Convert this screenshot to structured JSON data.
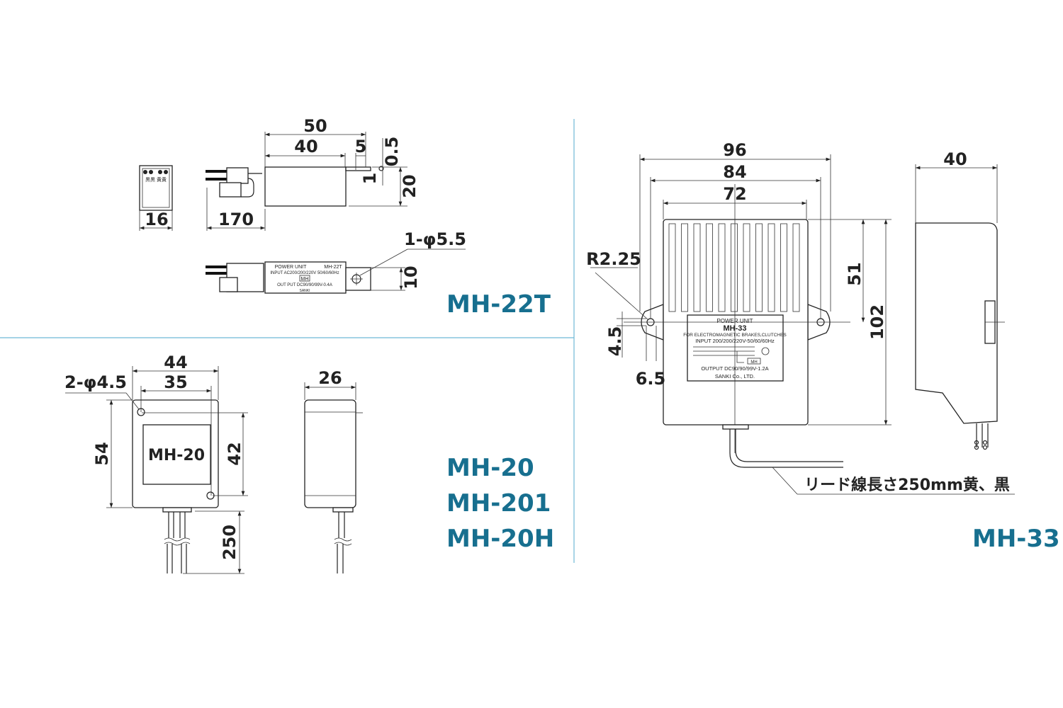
{
  "colors": {
    "model_label": "#176f8f",
    "divider": "#6fb9d6",
    "line": "#222222"
  },
  "mh22t": {
    "model": "MH-22T",
    "end_view_wires": "黒黒 黄黄",
    "dims": {
      "width_end": "16",
      "length_total": "50",
      "length_body": "40",
      "tab": "5",
      "tab_thickness": "0.5",
      "tab_offset": "1",
      "height": "20",
      "lead": "170",
      "hole": "1-φ5.5",
      "tab_width": "10"
    },
    "nameplate": {
      "line1": "POWER UNIT",
      "line1b": "MH-22T",
      "line2": "INPUT AC200/200/220V 50/60/60Hz",
      "line3": "MH",
      "line4": "OUT PUT DC90/90/99V-0.4A",
      "maker": "SANKI"
    }
  },
  "mh20": {
    "models": [
      "MH-20",
      "MH-201",
      "MH-20H"
    ],
    "panel_label": "MH-20",
    "dims": {
      "width": "44",
      "hole_pitch_x": "35",
      "holes": "2-φ4.5",
      "height": "54",
      "hole_pitch_y": "42",
      "lead": "250",
      "depth": "26"
    }
  },
  "mh33": {
    "model": "MH-33",
    "dims": {
      "width_total": "96",
      "hole_pitch": "84",
      "width_body": "72",
      "half_height": "51",
      "height": "102",
      "radius": "R2.25",
      "ear": "4.5",
      "ear_offset": "6.5",
      "depth": "40"
    },
    "lead_note": "リード線長さ250mm黄、黒",
    "nameplate": {
      "line1": "POWER    UNIT",
      "model": "MH-33",
      "line2": "FOR ELECTROMAGNETIC BRAKES,CLUTCHES",
      "line3": "INPUT 200/200/220V-50/60/60Hz",
      "mh": "MH",
      "line4": "OUTPUT DC90/90/99V-1.2A",
      "maker": "SANKI Co., LTD."
    }
  }
}
